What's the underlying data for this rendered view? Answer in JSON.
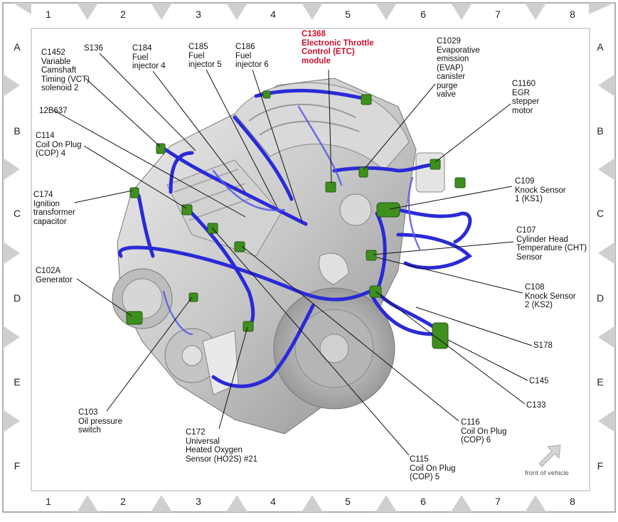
{
  "grid": {
    "columns": [
      "1",
      "2",
      "3",
      "4",
      "5",
      "6",
      "7",
      "8"
    ],
    "rows": [
      "A",
      "B",
      "C",
      "D",
      "E",
      "F"
    ]
  },
  "callouts": {
    "c1452": "C1452\nVariable\nCamshaft\nTiming (VCT)\nsolenoid 2",
    "s136": "S136",
    "c184": "C184\nFuel\ninjector 4",
    "c185": "C185\nFuel\ninjector 5",
    "c186": "C186\nFuel\ninjector 6",
    "c1368": "C1368\nElectronic Throttle\nControl (ETC)\nmodule",
    "c1029": "C1029\nEvaporative\nemission\n(EVAP)\ncanister\npurge\nvalve",
    "c1160": "C1160\nEGR\nstepper\nmotor",
    "b12b637": "12B637",
    "c114": "C114\nCoil On Plug\n(COP) 4",
    "c174": "C174\nIgnition\ntransformer\ncapacitor",
    "c109": "C109\nKnock Sensor\n1 (KS1)",
    "c107": "C107\nCylinder Head\nTemperature (CHT)\nSensor",
    "c102a": "C102A\nGenerator",
    "c108": "C108\nKnock Sensor\n2 (KS2)",
    "s178": "S178",
    "c145": "C145",
    "c133": "C133",
    "c103": "C103\nOil pressure\nswitch",
    "c172": "C172\nUniversal\nHeated Oxygen\nSensor (HO2S) #21",
    "c116": "C116\nCoil On Plug\n(COP) 6",
    "c115": "C115\nCoil On Plug\n(COP) 5"
  },
  "orientation": {
    "label": "front of vehicle"
  },
  "colors": {
    "harness": "#2a2ad8",
    "connector": "#3f8f1f",
    "highlight": "#c8102e",
    "engine": "#c9c9c9"
  }
}
